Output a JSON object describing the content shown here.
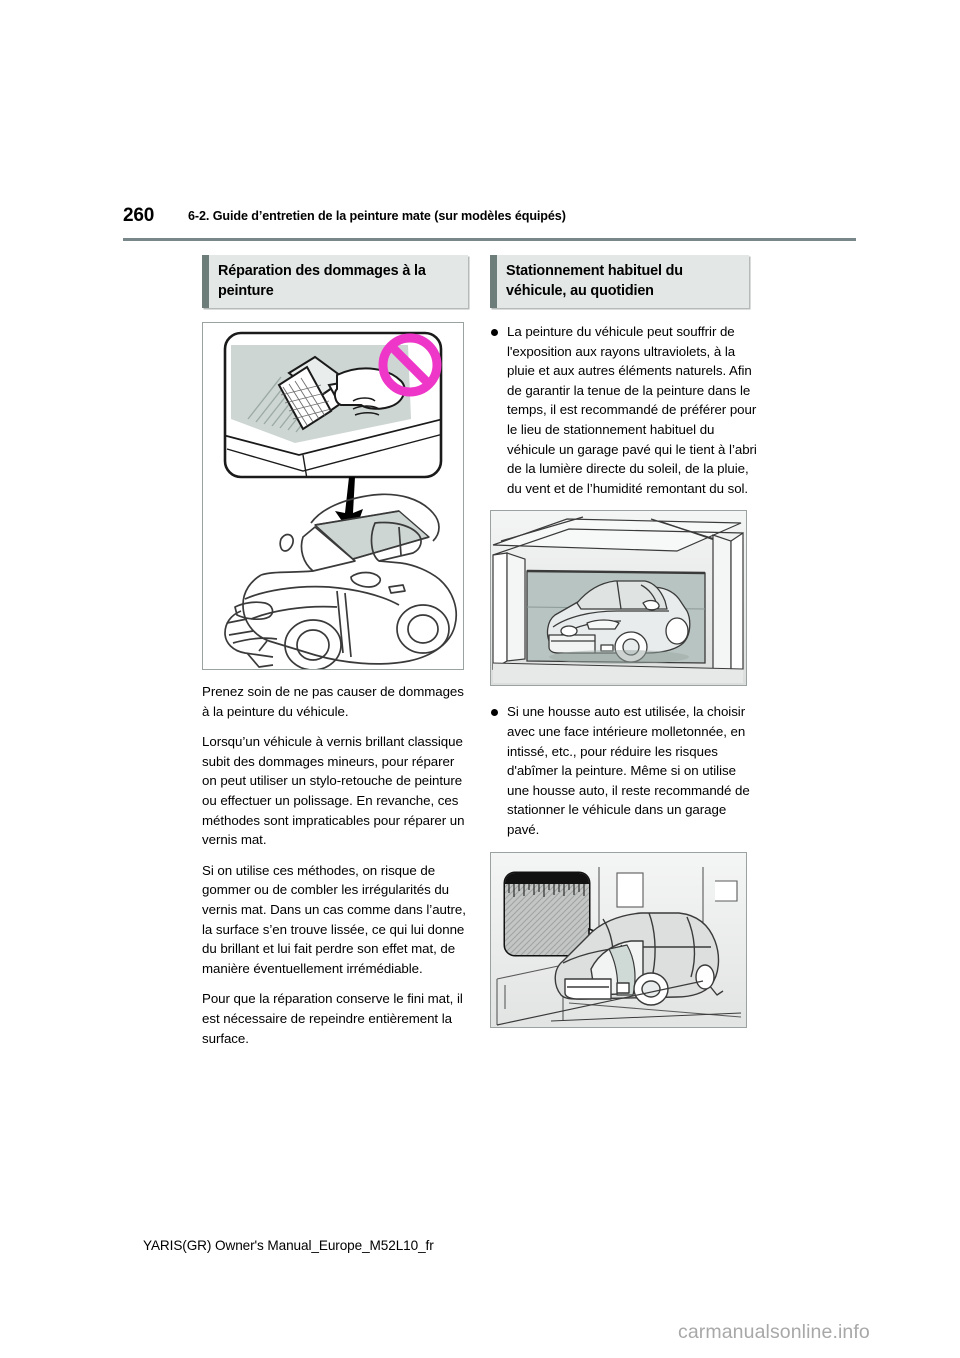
{
  "page": {
    "number": "260",
    "header_title": "6-2. Guide d’entretien de la peinture mate (sur modèles équipés)",
    "footer": "YARIS(GR) Owner's Manual_Europe_M52L10_fr",
    "watermark": "carmanualsonline.info",
    "accent_rule_color": "#78888a",
    "heading_bg_color": "#e3e7e6",
    "heading_bar_color": "#6d7d79",
    "prohibition_color": "#ee37c8"
  },
  "left_column": {
    "heading": "Réparation des dommages à la peinture",
    "figure_caption_icons": [
      "prohibition-sign",
      "brush-on-paint",
      "car-roof-callout"
    ],
    "paragraphs": [
      "Prenez soin de ne pas causer de dommages à la peinture du véhicule.",
      "Lorsqu’un véhicule à vernis brillant classique subit des dommages mineurs, pour réparer on peut utiliser un stylo-retouche de peinture ou effectuer un polissage. En revanche, ces méthodes sont impraticables pour réparer un vernis mat.",
      "Si on utilise ces méthodes, on risque de gommer ou de combler les irrégularités du vernis mat. Dans un cas comme dans l’autre, la surface s’en trouve lissée, ce qui lui donne du brillant et lui fait perdre son effet mat, de manière éventuellement irrémédiable.",
      "Pour que la réparation conserve le fini mat, il est nécessaire de repeindre entièrement la surface."
    ]
  },
  "right_column": {
    "heading": "Stationnement habituel du véhicule, au quotidien",
    "bullets": [
      "La peinture du véhicule peut souffrir de l'exposition aux rayons ultraviolets, à la pluie et aux autres éléments naturels. Afin de garantir la tenue de la peinture dans le temps, il est recommandé de préférer pour le lieu de stationnement habituel du véhicule un garage pavé qui le tient à l’abri de la lumière directe du soleil, de la pluie, du vent et de l’humidité remontant du sol.",
      "Si une housse auto est utilisée, la choisir avec une face intérieure molletonnée, en intissé, etc., pour réduire les risques d'abîmer la peinture. Même si on utilise une housse auto, il reste recommandé de stationner le véhicule dans un garage pavé."
    ],
    "figure_icons": [
      "car-in-garage",
      "car-with-cover",
      "fabric-closeup-callout"
    ]
  }
}
